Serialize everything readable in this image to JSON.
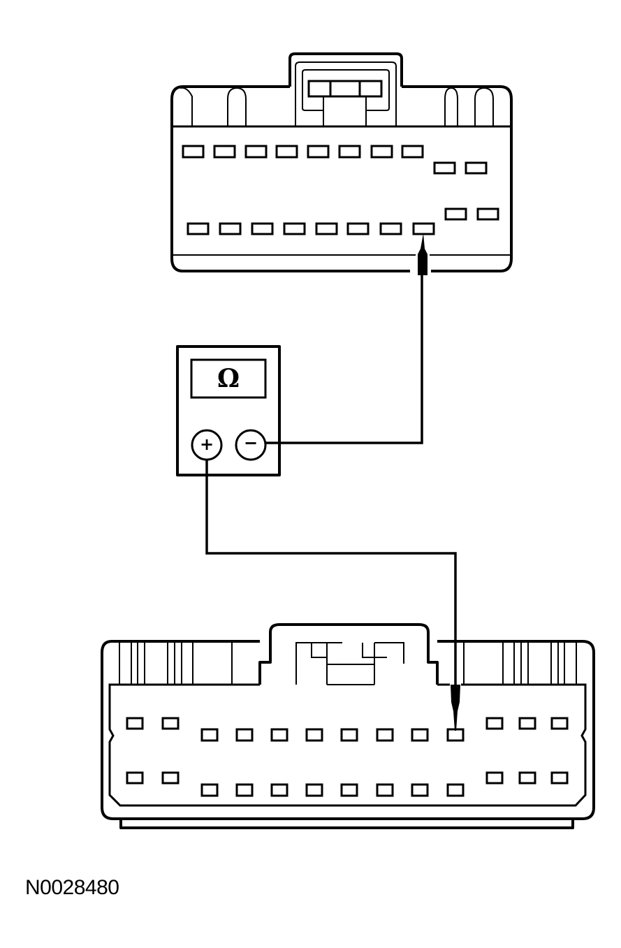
{
  "figure_id": "N0028480",
  "meter": {
    "display_symbol": "Ω",
    "positive_terminal": "+",
    "negative_terminal": "−",
    "mode": "ohmmeter"
  },
  "connectors": {
    "upper": {
      "description": "upper harness connector, two staggered rows of pins",
      "row1_pins": 8,
      "row1_side_pins": 2,
      "row2_pins": 8,
      "row2_side_pins": 2,
      "probed_pin": "row2 pin 8"
    },
    "lower": {
      "description": "lower module connector, two rows of pins",
      "row1_pins": 13,
      "row2_pins": 13,
      "probed_pin": "row1 pin 10"
    }
  },
  "connections": [
    {
      "from": "meter negative (−)",
      "to": "upper connector probed pin"
    },
    {
      "from": "meter positive (+)",
      "to": "lower connector probed pin"
    }
  ],
  "colors": {
    "line": "#000000",
    "background": "#ffffff"
  }
}
